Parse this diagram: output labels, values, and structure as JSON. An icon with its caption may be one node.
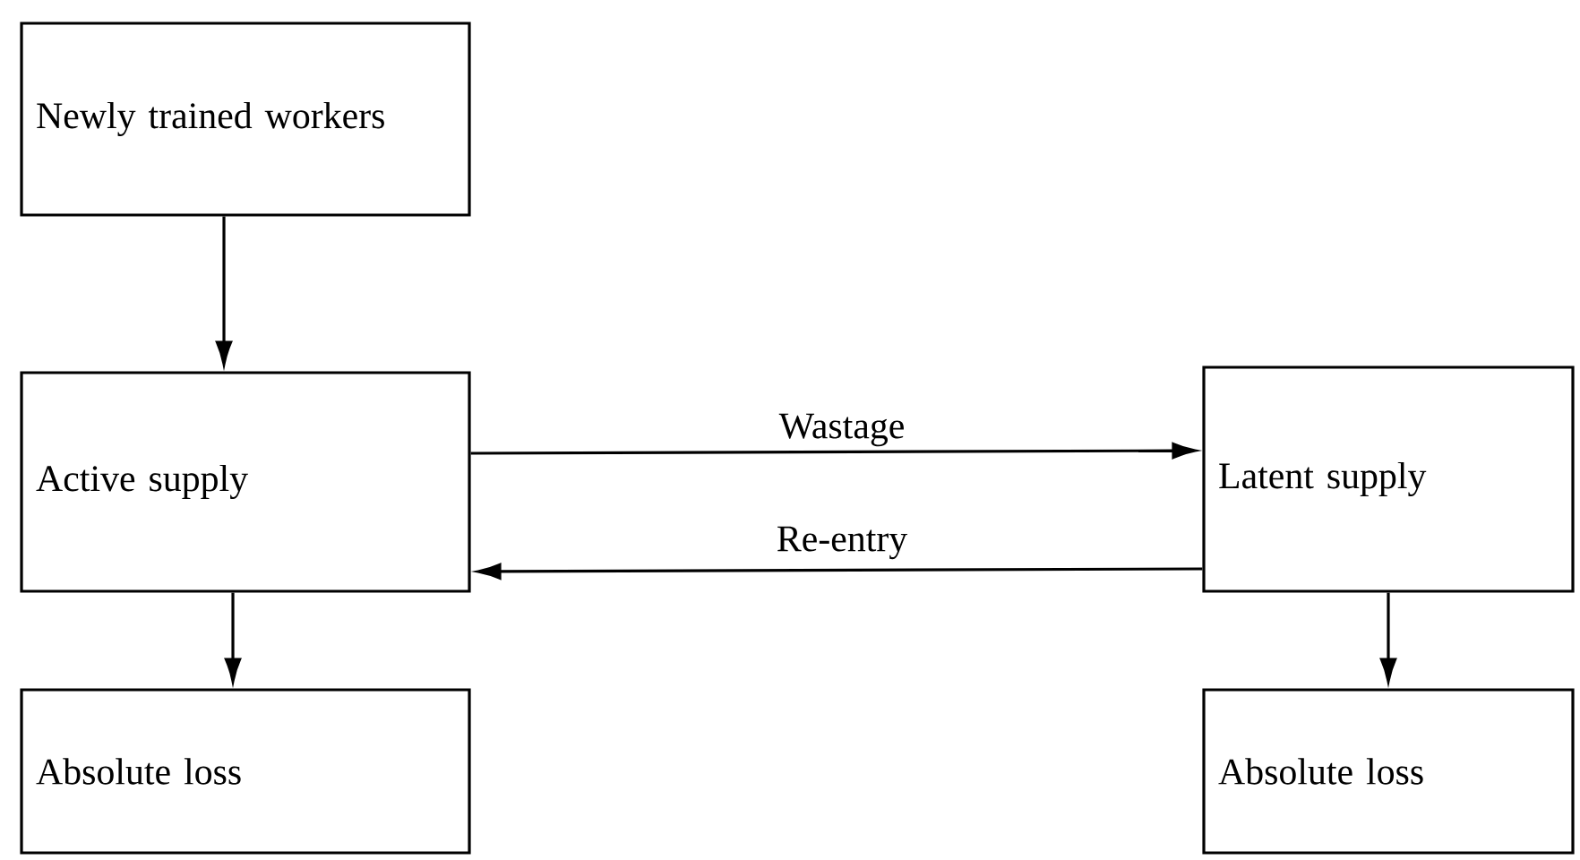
{
  "diagram": {
    "nodes": [
      {
        "text": [
          "Newly trained workers"
        ]
      },
      {
        "text": [
          "Active supply"
        ]
      },
      {
        "text": [
          "Latent supply"
        ]
      },
      {
        "text": [
          "Absolute loss"
        ]
      },
      {
        "text": [
          "Absolute loss"
        ]
      }
    ],
    "edges": [
      {
        "from": 0,
        "to": 1,
        "arrow": "to"
      },
      {
        "from": 1,
        "to": 2,
        "arrow": "to",
        "label": "Wastage"
      },
      {
        "from": 2,
        "to": 1,
        "arrow": "to",
        "label": "Re-entry"
      },
      {
        "from": 1,
        "to": 3,
        "arrow": "to"
      },
      {
        "from": 2,
        "to": 4,
        "arrow": "to"
      }
    ]
  }
}
